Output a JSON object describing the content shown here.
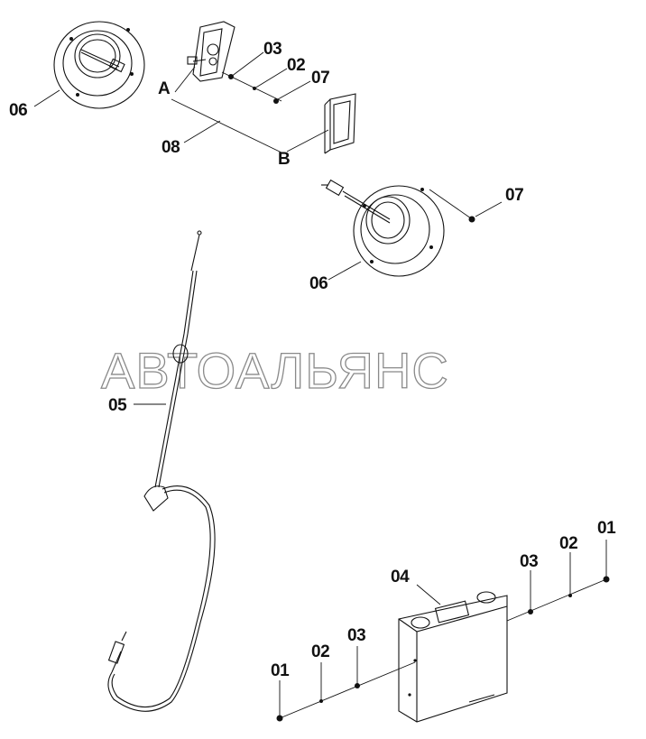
{
  "watermark": "АВТОАЛЬЯНС",
  "labels": {
    "upper_flange_06": "06",
    "bracket_03": "03",
    "bracket_02": "02",
    "bracket_07": "07",
    "point_a": "A",
    "cable_08": "08",
    "point_b": "B",
    "right_flange_07": "07",
    "right_flange_06": "06",
    "antenna_05": "05",
    "unit_04": "04",
    "right_03": "03",
    "right_02": "02",
    "right_01": "01",
    "left_01": "01",
    "left_02": "02",
    "left_03": "03"
  },
  "colors": {
    "line": "#111111",
    "watermark": "#8a8a8a",
    "background": "#ffffff"
  }
}
